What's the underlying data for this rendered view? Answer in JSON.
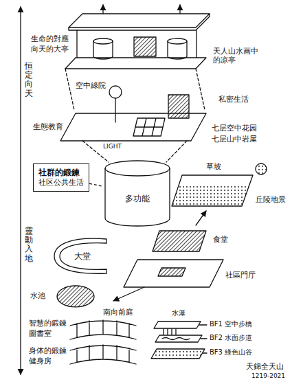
{
  "diagram": {
    "nodes": [
      {
        "text": [
          "社群的鍛鍊",
          "社区公共生活"
        ]
      },
      {
        "text": [
          "多功能"
        ]
      },
      {
        "text": [
          "大堂"
        ]
      },
      {
        "text": [
          "水池"
        ]
      }
    ],
    "edges": [
      {
        "from": 0,
        "to": 1,
        "arrow": "none"
      }
    ],
    "labels": [
      "生命的對應",
      "向天的大亭",
      "天人山水画中的凉亭",
      "恒定向天",
      "空中綠院",
      "私密生活",
      "生態教育",
      "LIGHT",
      "七层空中花园",
      "七层山中岩屋",
      "草坡",
      "丘陵地景",
      "食堂",
      "社區門厅",
      "南向前庭",
      "靈動入地",
      "智慧的鍛鍊",
      "圖書室",
      "身体的鍛鍊",
      "健身房",
      "水瀑",
      "BF1 空中步橋",
      "BF2 水面步道",
      "BF3 綠色山谷",
      "天錦全天山",
      "1219-2021"
    ]
  }
}
